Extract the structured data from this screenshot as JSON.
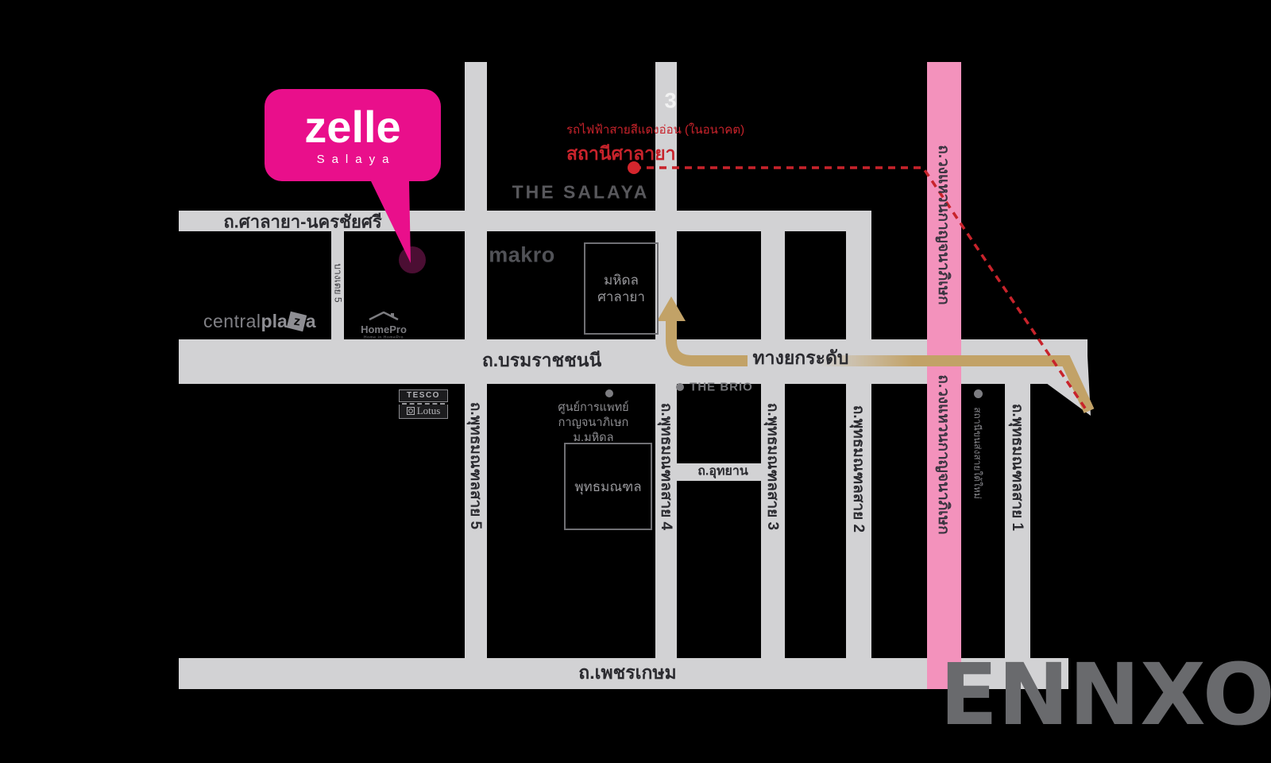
{
  "callout": {
    "brand": "zelle",
    "subtitle": "Salaya"
  },
  "route_marker": "3",
  "station": {
    "line": "รถไฟฟ้าสายสีแดงอ่อน (ในอนาคต)",
    "name": "สถานีศาลายา"
  },
  "roads": {
    "salaya_nakhonchaisi": "ถ.ศาลายา-นครชัยศรี",
    "borommaratchachonnani": "ถ.บรมราชชนนี",
    "elevated": "ทางยกระดับ",
    "phetkasem": "ถ.เพชรเกษม",
    "utthayan": "ถ.อุทยาน",
    "bangtoei_5": "บางเตย 5",
    "phutthamonthon_sai_5": "ถ.พุทธมณฑลสาย 5",
    "phutthamonthon_sai_4": "ถ.พุทธมณฑลสาย 4",
    "phutthamonthon_sai_3": "ถ.พุทธมณฑลสาย 3",
    "phutthamonthon_sai_2": "ถ.พุทธมณฑลสาย 2",
    "phutthamonthon_sai_1": "ถ.พุทธมณฑลสาย 1",
    "ring_road_upper": "ถ.วงแหวนกาญจนาภิเษก",
    "ring_road_lower": "ถ.วงแหวนกาญจนาภิเษก"
  },
  "places": {
    "the_salaya": "THE SALAYA",
    "makro": "makro",
    "central_left": "central",
    "central_bold": "pla",
    "central_z": "z",
    "central_end": "a",
    "homepro": "HomePro",
    "homepro_tagline": "Home in HomePro",
    "tesco": "TESCO",
    "lotus": "Lotus",
    "mahidol_line1": "มหิดล",
    "mahidol_line2": "ศาลายา",
    "medical_line1": "ศูนย์การแพทย์",
    "medical_line2": "กาญจนาภิเษก",
    "medical_line3": "ม.มหิดล",
    "buddhamonthon": "พุทธมณฑล",
    "the_brio": "THE BRIO",
    "bus_terminal": "สถานีขนส่งสายใต้ใหม่"
  },
  "watermark": "ENNXO",
  "colors": {
    "background": "#000000",
    "road_gray": "#d2d2d4",
    "ring_road_pink": "#f392bc",
    "brand_pink": "#e90f8b",
    "marker_plum": "#4b0e33",
    "rail_red": "#c8232b",
    "elevated_gold": "#c2a267",
    "road_text": "#2b2b30",
    "watermark_gray": "#696a6d"
  }
}
